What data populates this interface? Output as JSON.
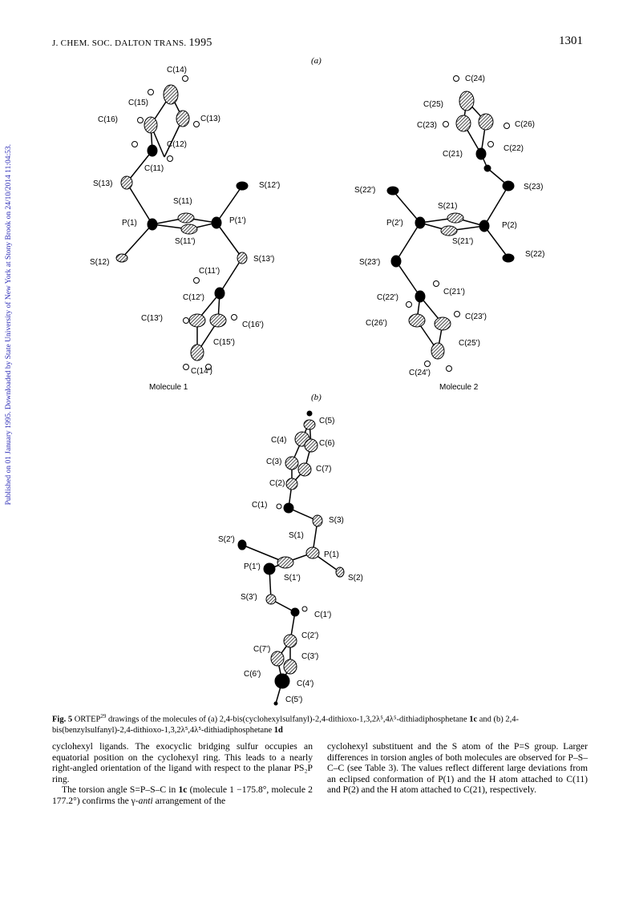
{
  "header": {
    "journal": "J. CHEM. SOC. DALTON TRANS.",
    "year": "1995",
    "page": "1301"
  },
  "sidenote": "Published on 01 January 1995. Downloaded by State University of New York at Stony Brook on 24/10/2014 11:04:53.",
  "figure": {
    "part_a": "(a)",
    "part_b": "(b)",
    "molecule1_label": "Molecule 1",
    "molecule2_label": "Molecule 2",
    "atoms_m1": [
      "C(14)",
      "C(15)",
      "C(16)",
      "C(13)",
      "C(12)",
      "C(11)",
      "S(13)",
      "S(11)",
      "S(12')",
      "P(1)",
      "P(1')",
      "S(11')",
      "S(12)",
      "S(13')",
      "C(11')",
      "C(12')",
      "C(13')",
      "C(16')",
      "C(15')",
      "C(14')"
    ],
    "atoms_m2": [
      "C(24)",
      "C(25)",
      "C(23)",
      "C(26)",
      "C(22)",
      "C(21)",
      "S(22')",
      "S(23)",
      "S(21)",
      "P(2')",
      "P(2)",
      "S(21')",
      "S(23')",
      "S(22)",
      "C(21')",
      "C(22')",
      "C(26')",
      "C(23')",
      "C(25')",
      "C(24')"
    ],
    "atoms_b": [
      "C(5)",
      "C(4)",
      "C(6)",
      "C(3)",
      "C(7)",
      "C(2)",
      "C(1)",
      "S(3)",
      "S(1)",
      "S(2')",
      "P(1)",
      "P(1')",
      "S(1')",
      "S(2)",
      "S(3')",
      "C(1')",
      "C(2')",
      "C(7')",
      "C(3')",
      "C(6')",
      "C(4')",
      "C(5')"
    ]
  },
  "caption": {
    "label": "Fig. 5",
    "text_1": "ORTEP",
    "ref": "29",
    "text_2": "drawings of the molecules of (a) 2,4-bis(cyclohexylsulfanyl)-2,4-dithioxo-1,3,2λ⁵,4λ⁵-dithiadiphosphetane",
    "cmpd_1": "1c",
    "text_3": "and (b) 2,4-",
    "line2": "bis(benzylsulfanyl)-2,4-dithioxo-1,3,2λ⁵,4λ⁵-dithiadiphosphetane",
    "cmpd_2": "1d"
  },
  "body": {
    "left_p1": "cyclohexyl ligands. The exocyclic bridging sulfur occupies an equatorial position on the cyclohexyl ring. This leads to a nearly right-angled orientation of the ligand with respect to the planar",
    "left_p1_end": "PS₂P ring.",
    "left_p2_a": "The torsion angle S=P–S–C in",
    "left_p2_cmpd": "1c",
    "left_p2_b": "(molecule 1 −175.8°, molecule 2 177.2°) confirms the γ-",
    "left_p2_anti": "anti",
    "left_p2_c": "arrangement of the",
    "right_p1": "cyclohexyl substituent and the S atom of the P=S group. Larger differences in torsion angles of both molecules are observed for P–S–C–C (see Table 3). The values reflect different large deviations from an eclipsed conformation of P(1) and the H atom attached to C(11) and P(2) and the H atom attached to C(21), respectively."
  }
}
